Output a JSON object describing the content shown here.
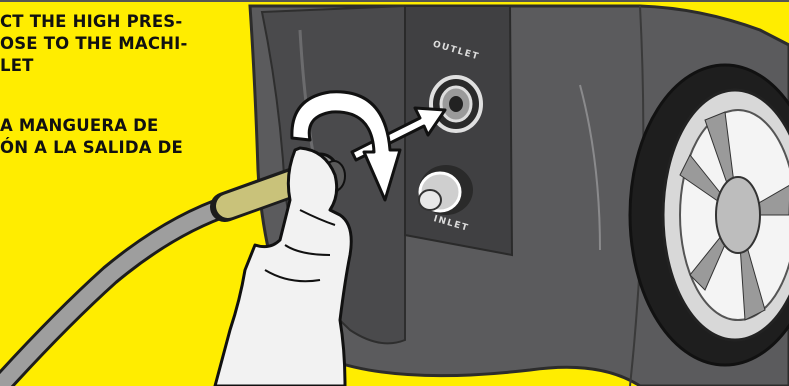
{
  "instructions": {
    "english": "CT THE HIGH PRES-\nOSE TO THE MACHI-\nLET",
    "spanish": "A MANGUERA DE\nÓN A LA SALIDA DE"
  },
  "ports": {
    "outlet_label": "OUTLET",
    "inlet_label": "INLET"
  },
  "colors": {
    "background": "#ffed00",
    "machine_body": "#5b5b5d",
    "panel": "#454547",
    "hose": "#c9c27a",
    "hand": "#f2f2f2"
  },
  "icons": {
    "rotate": "curved-rotate-arrow-icon",
    "insert": "insert-arrow-icon"
  }
}
